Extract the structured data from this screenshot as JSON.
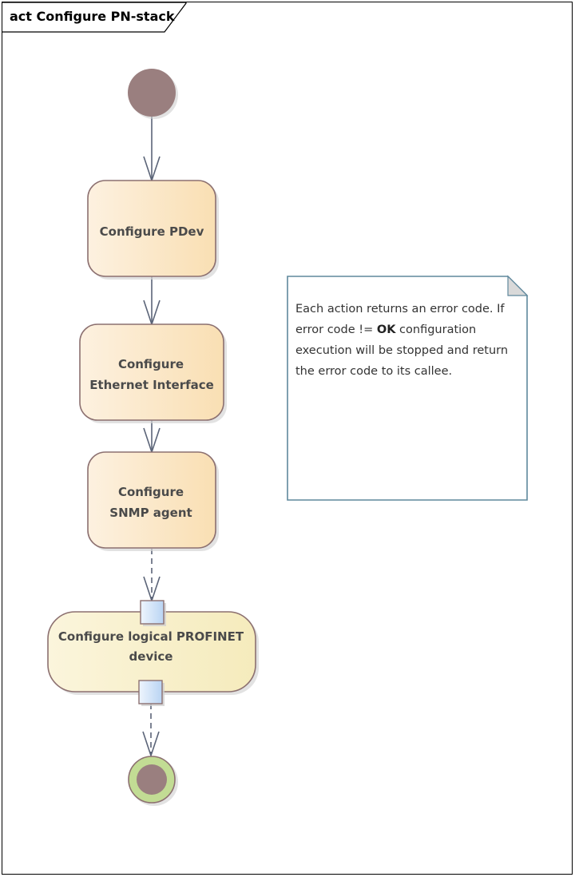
{
  "diagram": {
    "frame_title": "act Configure PN-stack",
    "nodes": [
      {
        "id": "initial",
        "type": "initial-node"
      },
      {
        "id": "pdev",
        "type": "action",
        "lines": [
          "Configure PDev"
        ]
      },
      {
        "id": "eth",
        "type": "action",
        "lines": [
          "Configure",
          "Ethernet Interface"
        ]
      },
      {
        "id": "snmp",
        "type": "action",
        "lines": [
          "Configure",
          "SNMP agent"
        ]
      },
      {
        "id": "logical",
        "type": "call-action",
        "lines": [
          "Configure logical PROFINET",
          "device"
        ],
        "pins": [
          "input",
          "output"
        ]
      },
      {
        "id": "final",
        "type": "final-node"
      }
    ],
    "edges": [
      {
        "from": "initial",
        "to": "pdev",
        "style": "solid"
      },
      {
        "from": "pdev",
        "to": "eth",
        "style": "solid"
      },
      {
        "from": "eth",
        "to": "snmp",
        "style": "solid"
      },
      {
        "from": "snmp",
        "to": "logical",
        "style": "dashed"
      },
      {
        "from": "logical",
        "to": "final",
        "style": "dashed"
      }
    ],
    "note": {
      "text_before": "Each action returns an error code. If error code != ",
      "bold": "OK",
      "text_after": " configuration execution will be stopped and return the error code to its callee."
    },
    "colors": {
      "action_fill_start": "#fdf0dc",
      "action_fill_end": "#f9dfb5",
      "call_fill_start": "#fbf4d8",
      "call_fill_end": "#f5ebbc",
      "border": "#8c7070",
      "edge": "#5b6478",
      "node_fill": "#9a7f7f",
      "final_ring": "#c2dc94",
      "pin_start": "#eef4fc",
      "pin_end": "#bcd6f4",
      "note_border": "#5f889c"
    }
  }
}
